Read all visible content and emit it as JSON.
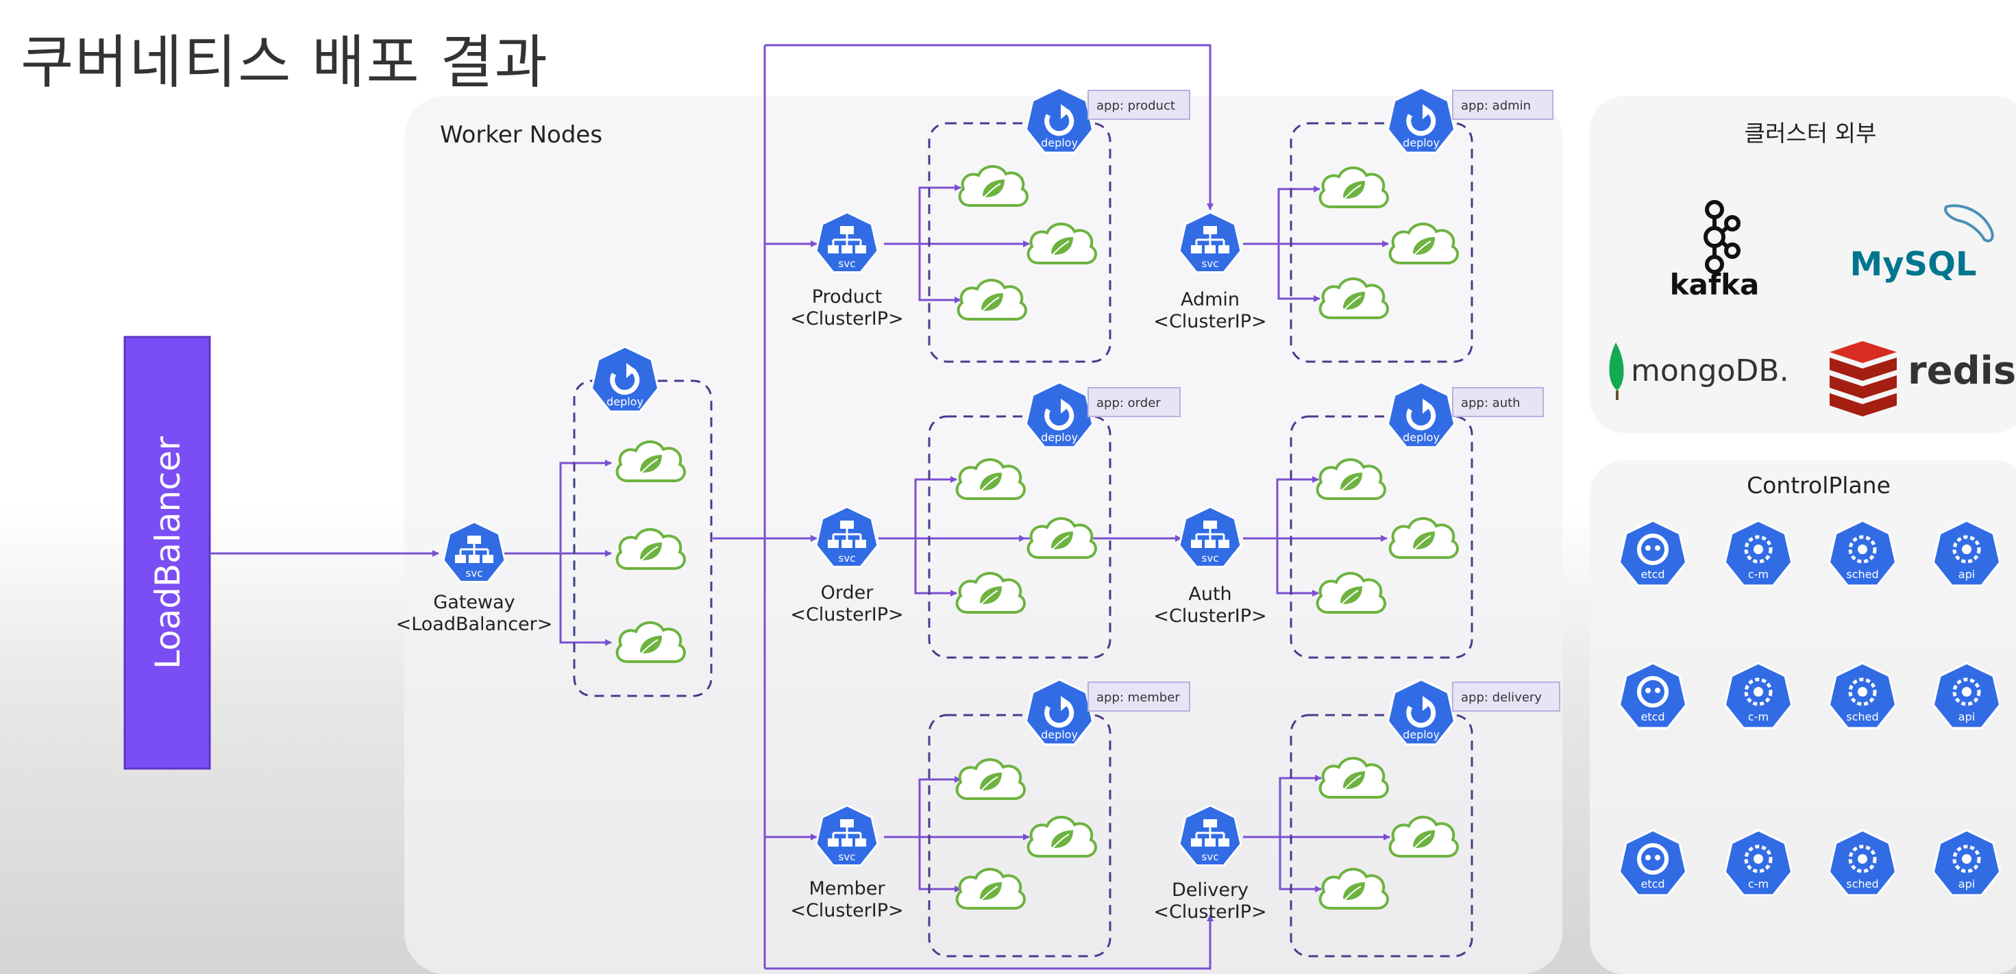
{
  "title": "쿠버네티스 배포 결과",
  "load_balancer": "LoadBalancer",
  "worker_nodes_title": "Worker Nodes",
  "services": {
    "gateway": {
      "name": "Gateway",
      "type": "<LoadBalancer>"
    },
    "product": {
      "name": "Product",
      "type": "<ClusterIP>",
      "app": "app: product"
    },
    "order": {
      "name": "Order",
      "type": "<ClusterIP>",
      "app": "app: order"
    },
    "member": {
      "name": "Member",
      "type": "<ClusterIP>",
      "app": "app: member"
    },
    "admin": {
      "name": "Admin",
      "type": "<ClusterIP>",
      "app": "app: admin"
    },
    "auth": {
      "name": "Auth",
      "type": "<ClusterIP>",
      "app": "app: auth"
    },
    "delivery": {
      "name": "Delivery",
      "type": "<ClusterIP>",
      "app": "app: delivery"
    }
  },
  "icons": {
    "svc": "svc",
    "deploy": "deploy",
    "etcd": "etcd",
    "cm": "c-m",
    "sched": "sched",
    "api": "api"
  },
  "external": {
    "title": "클러스터 외부",
    "kafka": "kafka",
    "mysql": "MySQL",
    "mongodb": "mongoDB.",
    "redis": "redis"
  },
  "control_plane_title": "ControlPlane",
  "colors": {
    "k8s_blue": "#326ce5",
    "spring_green": "#6db33f",
    "arrow_purple": "#7b4fd0",
    "dash_border": "#4a3a8c",
    "loadbalancer": "#7b4ef5"
  }
}
